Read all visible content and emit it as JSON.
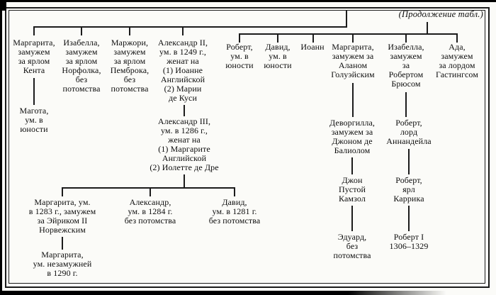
{
  "caption": "(Продолжение табл.)",
  "nodes": {
    "margarita_kent": {
      "label": "Маргарита,\nзамужем\nза ярлом\nКента"
    },
    "izabella_norfolk": {
      "label": "Изабелла,\nзамужем\nза ярлом\nНорфолка,\nбез\nпотомства"
    },
    "marjori_pembroke": {
      "label": "Маржори,\nзамужем\nза ярлом\nПемброка,\nбез\nпотомства"
    },
    "aleksandr2": {
      "label": "Александр II,\nум. в 1249 г.,\nженат на\n(1) Иоанне\nАнглийской\n(2) Марии\nде Куси"
    },
    "magota": {
      "label": "Магота,\nум. в\nюности"
    },
    "aleksandr3": {
      "label": "Александр III,\nум. в 1286 г.,\nженат на\n(1) Маргарите\nАнглийской\n(2) Иолетте де Дре"
    },
    "margarita_norway": {
      "label": "Маргарита, ум.\nв 1283 г., замужем\nза Эйриком II\nНорвежским"
    },
    "aleksandr_1284": {
      "label": "Александр,\nум. в 1284 г.\nбез потомства"
    },
    "david_1281": {
      "label": "Давид,\nум. в 1281 г.\nбез потомства"
    },
    "margarita_1290": {
      "label": "Маргарита,\nум. незамужней\nв 1290 г."
    },
    "robert_youth": {
      "label": "Роберт,\nум. в\nюности"
    },
    "david_youth": {
      "label": "Давид,\nум. в\nюности"
    },
    "ioann": {
      "label": "Иоанн"
    },
    "margarita_galloway": {
      "label": "Маргарита,\nзамужем за\nАланом\nГолуэйским"
    },
    "izabella_bruce": {
      "label": "Изабелла,\nзамужем\nза\nРобертом\nБрюсом"
    },
    "ada_hastings": {
      "label": "Ада,\nзамужем\nза лордом\nГастингсом"
    },
    "devorgilla": {
      "label": "Деворгилла,\nзамужем за\nДжоном де\nБалиолом"
    },
    "robert_annandale": {
      "label": "Роберт,\nлорд\nАннандейла"
    },
    "john_balliol": {
      "label": "Джон\nПустой\nКамзол"
    },
    "robert_carrick": {
      "label": "Роберт,\nярл\nКаррика"
    },
    "eduard": {
      "label": "Эдуард,\nбез\nпотомства"
    },
    "robert1": {
      "label": "Роберт I\n1306–1329"
    }
  }
}
